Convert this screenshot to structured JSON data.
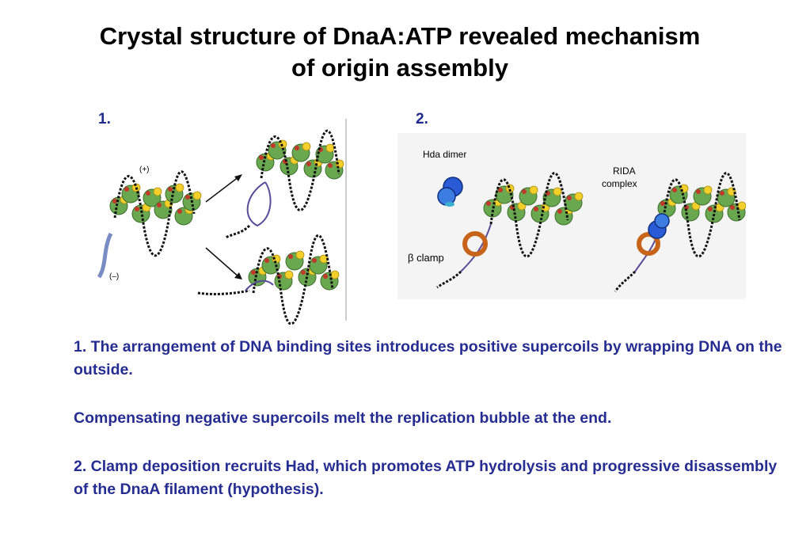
{
  "slide": {
    "title_line1": "Crystal structure of DnaA:ATP revealed mechanism",
    "title_line2": "of origin assembly",
    "panel1_label": "1.",
    "panel2_label": "2.",
    "figure1": {
      "plus_label": "(+)",
      "minus_label": "(–)"
    },
    "figure2": {
      "hda_label": "Hda dimer",
      "rida_label_line1": "RIDA",
      "rida_label_line2": "complex",
      "clamp_label": "β clamp"
    },
    "captions": [
      "1. The arrangement of DNA binding sites introduces positive supercoils by wrapping DNA on the outside.",
      "Compensating negative supercoils melt the replication bubble at the end.",
      "2. Clamp deposition recruits Had, which promotes ATP hydrolysis and progressive disassembly of the DnaA filament (hypothesis)."
    ],
    "colors": {
      "caption_text": "#262d91",
      "protein_green": "#6aa84f",
      "atp_yellow": "#f2cf2a",
      "atp_red": "#c0392b",
      "clamp_orange": "#c8641a",
      "hda_blue": "#2a5bd7"
    }
  }
}
